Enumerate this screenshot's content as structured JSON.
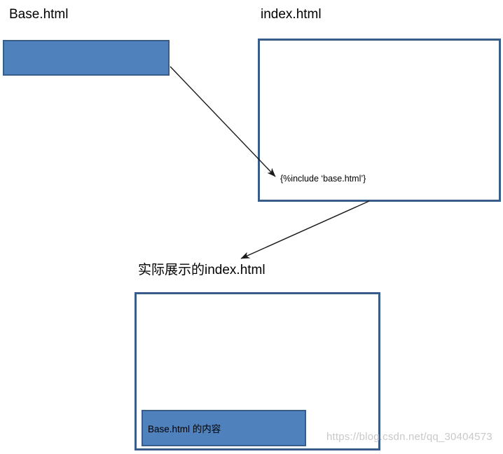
{
  "diagram": {
    "title_base": "Base.html",
    "title_index": "index.html",
    "title_rendered": "实际展示的index.html",
    "include_tag": "{%include ‘base.html’}",
    "base_content_label": "Base.html 的内容",
    "watermark": "https://blog.csdn.net/qq_30404573",
    "colors": {
      "box_fill": "#4F81BD",
      "box_border": "#385D8A",
      "arrow": "#1a1a1a",
      "watermark": "#c9c9c9",
      "background": "#ffffff"
    },
    "arrows": [
      {
        "name": "base-to-include",
        "from": "Base.html box right edge",
        "to": "include tag in index.html"
      },
      {
        "name": "index-to-rendered",
        "from": "index.html box bottom",
        "to": "rendered index.html title"
      }
    ]
  }
}
